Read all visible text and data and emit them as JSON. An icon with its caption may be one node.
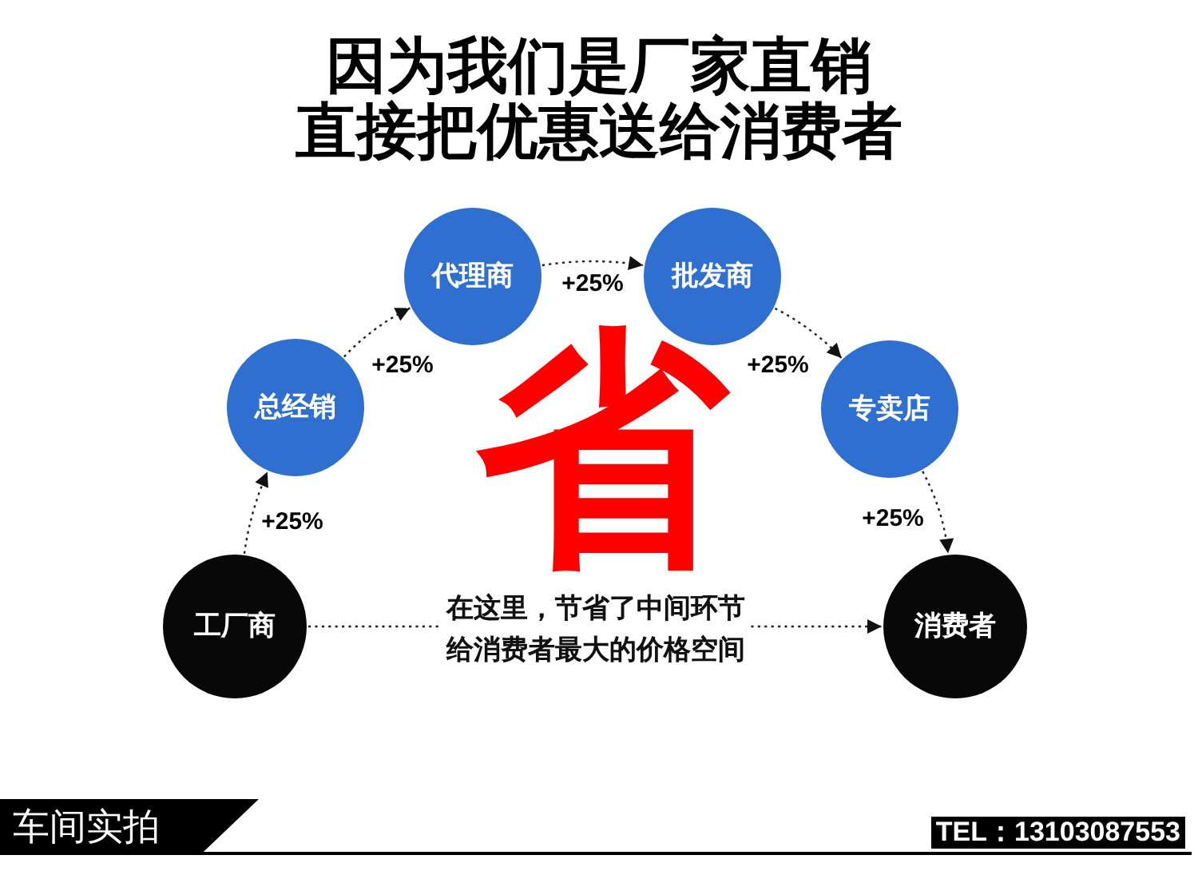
{
  "diagram": {
    "title": "因为我们是厂家直销直接把优惠送给消费者",
    "nodes": [
      {
        "text": [
          "工厂商"
        ]
      },
      {
        "text": [
          "总经销"
        ]
      },
      {
        "text": [
          "代理商"
        ]
      },
      {
        "text": [
          "批发商"
        ]
      },
      {
        "text": [
          "专卖店"
        ]
      },
      {
        "text": [
          "消费者"
        ]
      }
    ],
    "edges": [
      {
        "from": 0,
        "to": 1,
        "arrow": "to",
        "label": "+25%"
      },
      {
        "from": 1,
        "to": 2,
        "arrow": "to",
        "label": "+25%"
      },
      {
        "from": 2,
        "to": 3,
        "arrow": "to",
        "label": "+25%"
      },
      {
        "from": 3,
        "to": 4,
        "arrow": "to",
        "label": "+25%"
      },
      {
        "from": 4,
        "to": 5,
        "arrow": "to",
        "label": "+25%"
      },
      {
        "from": 0,
        "to": 5,
        "arrow": "to",
        "label": "在这里，节省了中间环节给消费者最大的价格空间"
      }
    ],
    "labels": [
      "省",
      "车间实拍",
      "TEL：13103087553"
    ]
  }
}
